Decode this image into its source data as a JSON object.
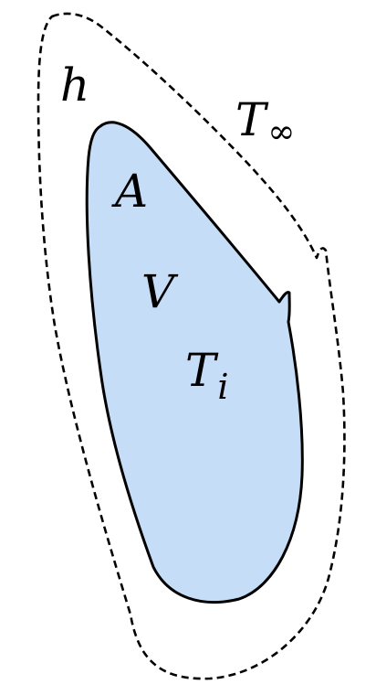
{
  "labels": {
    "h": "h",
    "T_inf_base": "T",
    "T_inf_sub": "∞",
    "A": "A",
    "V": "V",
    "T_i_base": "T",
    "T_i_sub": "i"
  },
  "colors": {
    "body_fill": "#C6DDF7",
    "stroke": "#000000",
    "background": "#FFFFFF"
  }
}
